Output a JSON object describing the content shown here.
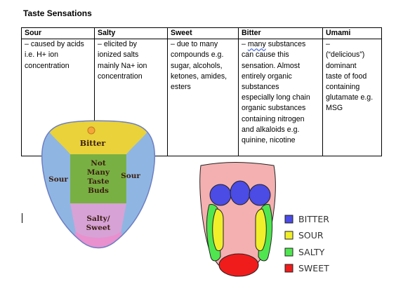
{
  "document": {
    "title": "Taste Sensations",
    "table": {
      "headers": [
        "Sour",
        "Salty",
        "Sweet",
        "Bitter",
        "Umami"
      ],
      "cells": {
        "sour": [
          "– caused by acids",
          "i.e. H+ ion",
          "concentration"
        ],
        "salty": [
          "– elicited by",
          "ionized salts",
          "mainly Na+ ion",
          "concentration"
        ],
        "sweet": [
          "– due to many",
          "compounds e.g.",
          "sugar, alcohols,",
          "ketones, amides,",
          "esters"
        ],
        "bitter_first_prefix": "– ",
        "bitter_first_word": "many",
        "bitter_first_suffix": " substances",
        "bitter": [
          "can cause this",
          "sensation. Almost",
          "entirely organic",
          "substances",
          "especially long chain",
          "organic substances",
          "containing nitrogen",
          "and alkaloids e.g.",
          "quinine, nicotine"
        ],
        "umami": [
          "–",
          "(“delicious”)",
          "dominant",
          "taste of food",
          "containing",
          "glutamate e.g.",
          "MSG"
        ]
      }
    }
  },
  "tongue_diagram_1": {
    "labels": {
      "bitter": "Bitter",
      "center": [
        "Not",
        "Many",
        "Taste",
        "Buds"
      ],
      "sour_left": "Sour",
      "sour_right": "Sour",
      "salty_sweet": [
        "Salty/",
        "Sweet"
      ]
    },
    "colors": {
      "bitter": "#e9d23a",
      "sour": "#8fb6e3",
      "center": "#79b043",
      "salty_sweet": "#d7a2d6",
      "tip": "#e990cf",
      "outline": "#5a4fa4"
    }
  },
  "tongue_diagram_2": {
    "legend": [
      {
        "label": "BITTER",
        "color": "#4b4be6"
      },
      {
        "label": "SOUR",
        "color": "#f0ef2a"
      },
      {
        "label": "SALTY",
        "color": "#4fe64f"
      },
      {
        "label": "SWEET",
        "color": "#f01c1c"
      }
    ],
    "tongue_color": "#f4b0b0"
  }
}
